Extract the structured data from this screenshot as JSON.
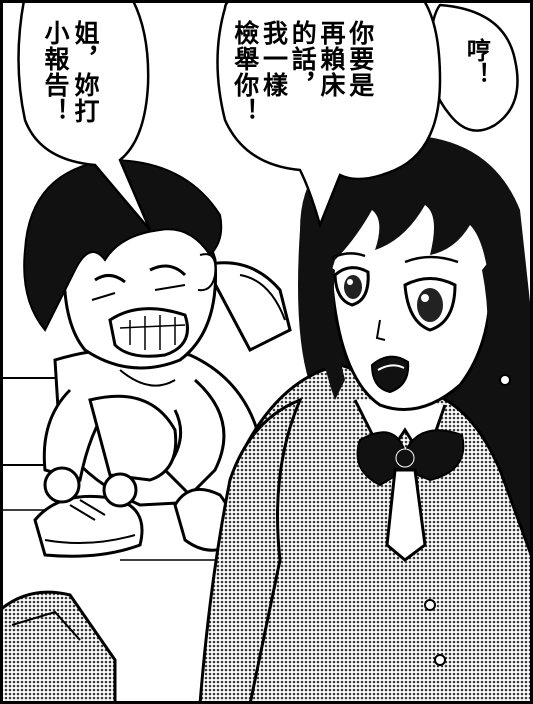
{
  "panel": {
    "colors": {
      "ink": "#000000",
      "paper": "#ffffff",
      "screentone": "#3a3a3a",
      "hair": "#111111"
    }
  },
  "bubbles": {
    "hmph": {
      "text": "哼！"
    },
    "threat": {
      "text": "你要是\n再賴床\n的話，\n我一樣\n檢舉你！"
    },
    "snitch": {
      "text": "姐，妳打\n小報告！"
    }
  }
}
